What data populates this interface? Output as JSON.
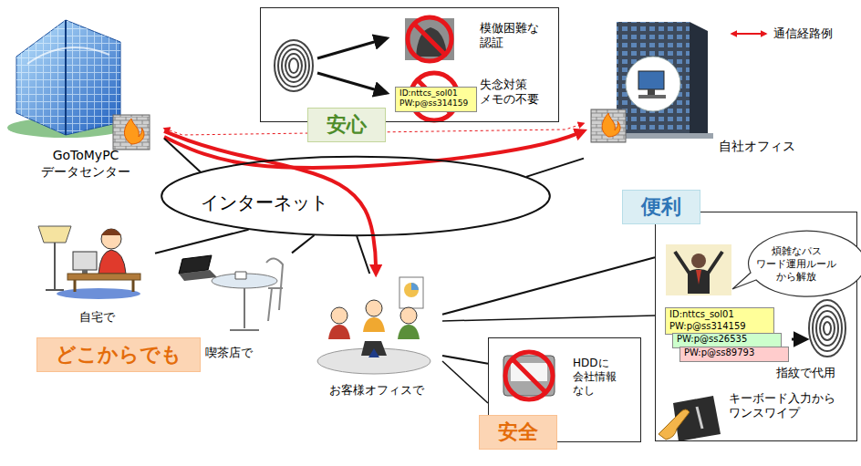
{
  "diagram": {
    "nodes": [
      {
        "text": [
          "GoToMyPC データセンター"
        ]
      },
      {
        "text": [
          "自社オフィス"
        ]
      },
      {
        "text": [
          "インターネット"
        ]
      },
      {
        "text": [
          "自宅で"
        ]
      },
      {
        "text": [
          "喫茶店で"
        ]
      },
      {
        "text": [
          "お客様オフィスで"
        ]
      },
      {
        "text": [
          "模倣困難な 認証",
          "失念対策 メモの不要"
        ]
      },
      {
        "text": [
          "ID:nttcs_sol01 PW:p@ss314159"
        ],
        "in": 6
      },
      {
        "text": [
          "安心"
        ]
      },
      {
        "text": [
          "どこからでも"
        ]
      },
      {
        "text": [
          "指紋で代用",
          "キーボード入力から ワンスワイプ"
        ]
      },
      {
        "text": [
          "煩雑なパス ワード運用ルール から解放"
        ],
        "in": 10
      },
      {
        "text": [
          "ID:nttcs_sol01 PW:p@ss314159"
        ],
        "in": 10
      },
      {
        "text": [
          "PW:p@ss26535"
        ],
        "in": 10
      },
      {
        "text": [
          "PW:p@ss89793"
        ],
        "in": 10
      },
      {
        "text": [
          "便利"
        ]
      },
      {
        "text": [
          "HDDに 会社情報 なし"
        ]
      },
      {
        "text": [
          "安全"
        ]
      }
    ],
    "edges": [
      {
        "from": 0,
        "to": 5,
        "arrow": "to"
      },
      {
        "from": 0,
        "to": 1,
        "arrow": "to"
      },
      {
        "from": 0,
        "to": 1,
        "arrow": "both"
      },
      {
        "from": 2,
        "to": 0,
        "arrow": "none"
      },
      {
        "from": 2,
        "to": 1,
        "arrow": "none"
      },
      {
        "from": 2,
        "to": 3,
        "arrow": "none"
      },
      {
        "from": 2,
        "to": 4,
        "arrow": "none"
      },
      {
        "from": 2,
        "to": 5,
        "arrow": "none"
      },
      {
        "from": 5,
        "to": 16,
        "arrow": "none"
      },
      {
        "from": 5,
        "to": 10,
        "arrow": "none"
      }
    ],
    "legend": [
      {
        "text": "通信経路例"
      }
    ]
  }
}
